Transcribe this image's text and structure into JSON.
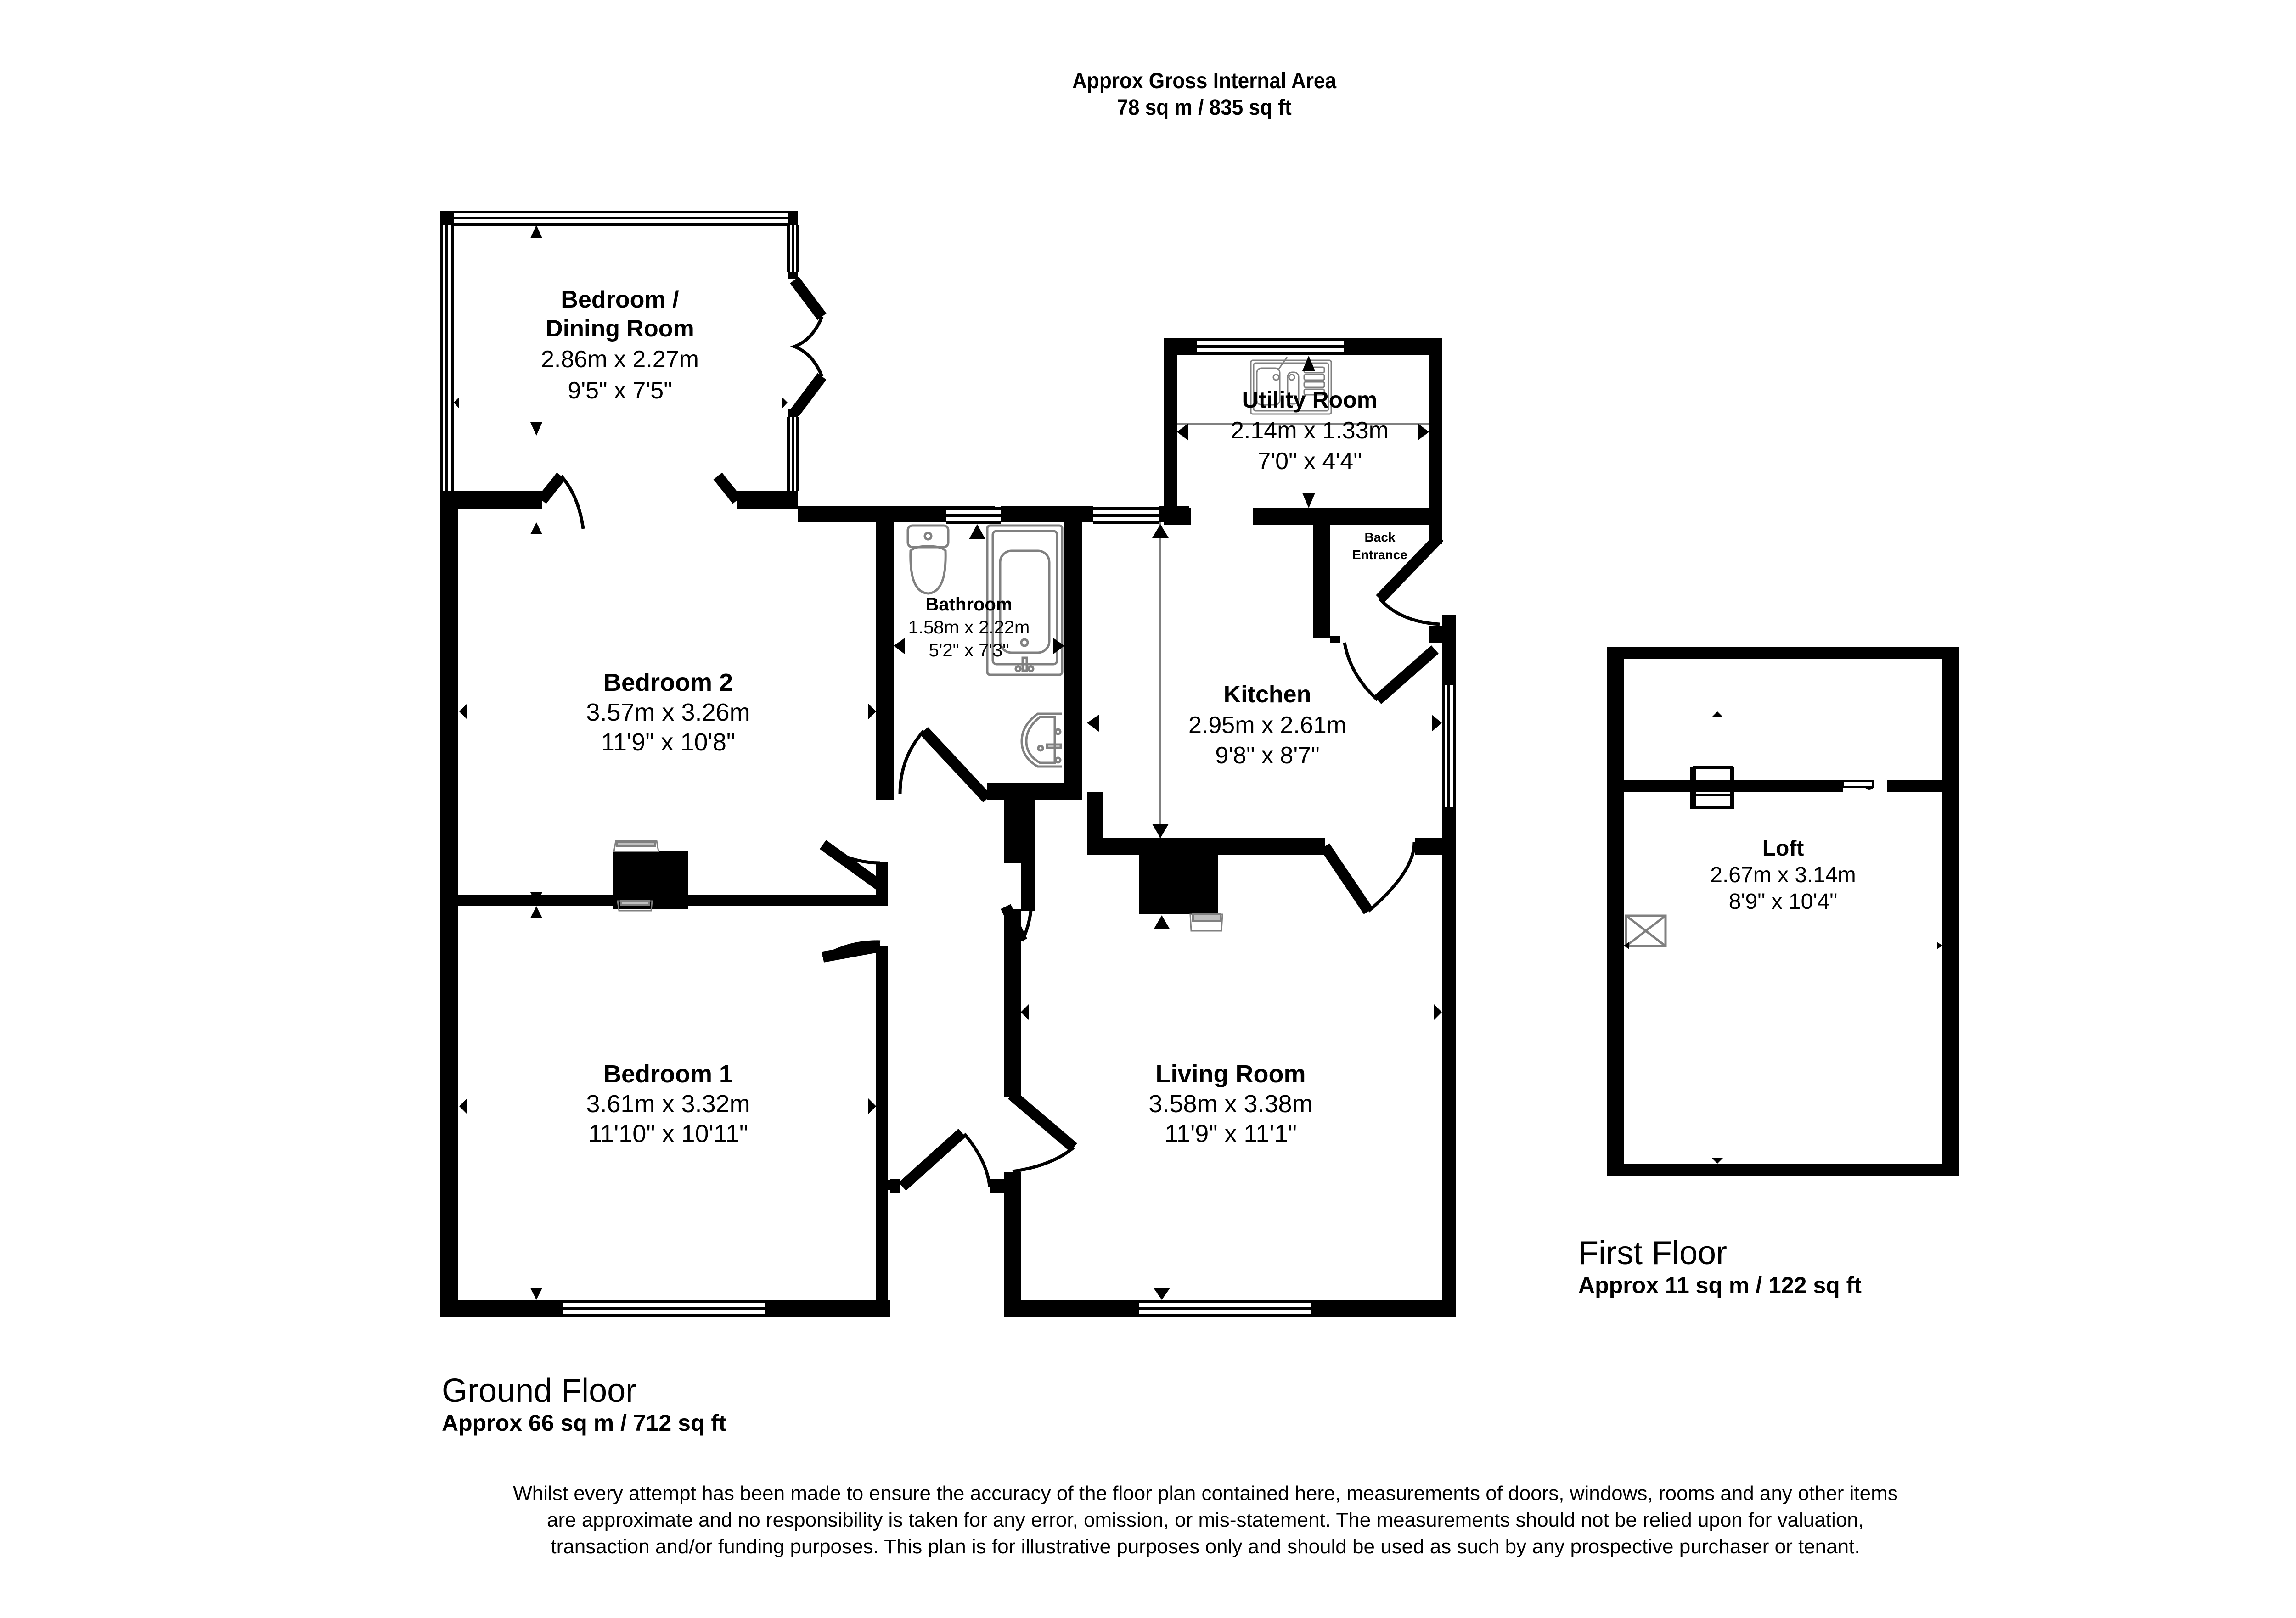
{
  "header": {
    "title": "Approx Gross Internal Area",
    "total_area": "78 sq m / 835 sq ft"
  },
  "ground_floor": {
    "label": "Ground Floor",
    "area": "Approx 66 sq m / 712 sq ft",
    "rooms": {
      "bedroom_dining": {
        "name_line1": "Bedroom /",
        "name_line2": "Dining Room",
        "metric": "2.86m x 2.27m",
        "imperial": "9'5\" x 7'5\""
      },
      "bedroom2": {
        "name": "Bedroom 2",
        "metric": "3.57m x 3.26m",
        "imperial": "11'9\" x 10'8\""
      },
      "bedroom1": {
        "name": "Bedroom 1",
        "metric": "3.61m x 3.32m",
        "imperial": "11'10\" x 10'11\""
      },
      "bathroom": {
        "name": "Bathroom",
        "metric": "1.58m x 2.22m",
        "imperial": "5'2\" x 7'3\""
      },
      "utility": {
        "name": "Utility Room",
        "metric": "2.14m x 1.33m",
        "imperial": "7'0\" x 4'4\""
      },
      "back_entrance": {
        "name_line1": "Back",
        "name_line2": "Entrance"
      },
      "kitchen": {
        "name": "Kitchen",
        "metric": "2.95m x 2.61m",
        "imperial": "9'8\" x 8'7\""
      },
      "living": {
        "name": "Living Room",
        "metric": "3.58m x 3.38m",
        "imperial": "11'9\" x 11'1\""
      }
    }
  },
  "first_floor": {
    "label": "First Floor",
    "area": "Approx 11 sq m / 122 sq ft",
    "rooms": {
      "loft": {
        "name": "Loft",
        "metric": "2.67m x 3.14m",
        "imperial": "8'9\" x 10'4\""
      }
    }
  },
  "disclaimer": "Whilst every attempt has been made to ensure the accuracy of the floor plan contained here, measurements of doors, windows, rooms and any other items are approximate and no responsibility is taken for any error, omission, or mis-statement. The measurements should not be relied upon for valuation, transaction and/or funding purposes. This plan is for illustrative purposes only and should be used as such by any prospective purchaser or tenant.",
  "icons": {
    "dimension_arrow": "triangle-arrow-icon",
    "window": "window-icon",
    "door": "door-swing-icon",
    "fireplace": "fireplace-icon",
    "sink": "sink-icon",
    "toilet": "toilet-icon",
    "bath": "bath-icon",
    "basin": "basin-icon",
    "hatch": "loft-hatch-icon",
    "ladder": "loft-ladder-icon"
  },
  "colors": {
    "wall": "#000000",
    "background": "#ffffff",
    "fixture_outline": "#808080",
    "fixture_fill": "#c0c0c0"
  }
}
